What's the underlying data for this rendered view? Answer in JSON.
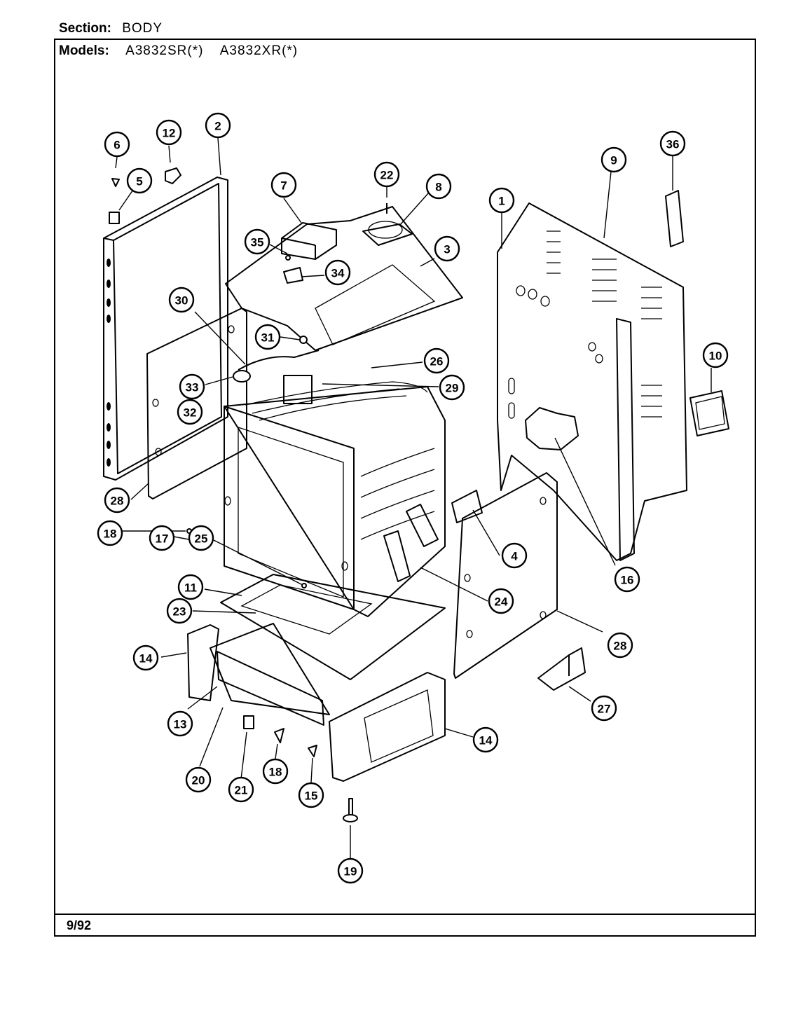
{
  "header": {
    "section_label": "Section:",
    "section_value": "BODY",
    "models_label": "Models:",
    "model_1": "A3832SR(*)",
    "model_2": "A3832XR(*)"
  },
  "footer": {
    "date": "9/92"
  },
  "callouts": [
    {
      "id": "c6",
      "label": "6"
    },
    {
      "id": "c12",
      "label": "12"
    },
    {
      "id": "c2",
      "label": "2"
    },
    {
      "id": "c5",
      "label": "5"
    },
    {
      "id": "c7",
      "label": "7"
    },
    {
      "id": "c22",
      "label": "22"
    },
    {
      "id": "c8",
      "label": "8"
    },
    {
      "id": "c1",
      "label": "1"
    },
    {
      "id": "c9",
      "label": "9"
    },
    {
      "id": "c36",
      "label": "36"
    },
    {
      "id": "c35",
      "label": "35"
    },
    {
      "id": "c34",
      "label": "34"
    },
    {
      "id": "c3",
      "label": "3"
    },
    {
      "id": "c30",
      "label": "30"
    },
    {
      "id": "c31",
      "label": "31"
    },
    {
      "id": "c26",
      "label": "26"
    },
    {
      "id": "c10",
      "label": "10"
    },
    {
      "id": "c33",
      "label": "33"
    },
    {
      "id": "c29",
      "label": "29"
    },
    {
      "id": "c32",
      "label": "32"
    },
    {
      "id": "c28a",
      "label": "28"
    },
    {
      "id": "c18a",
      "label": "18"
    },
    {
      "id": "c17",
      "label": "17"
    },
    {
      "id": "c4",
      "label": "4"
    },
    {
      "id": "c16",
      "label": "16"
    },
    {
      "id": "c25",
      "label": "25"
    },
    {
      "id": "c11",
      "label": "11"
    },
    {
      "id": "c24",
      "label": "24"
    },
    {
      "id": "c23",
      "label": "23"
    },
    {
      "id": "c28b",
      "label": "28"
    },
    {
      "id": "c14a",
      "label": "14"
    },
    {
      "id": "c27",
      "label": "27"
    },
    {
      "id": "c13",
      "label": "13"
    },
    {
      "id": "c14b",
      "label": "14"
    },
    {
      "id": "c20",
      "label": "20"
    },
    {
      "id": "c21",
      "label": "21"
    },
    {
      "id": "c18b",
      "label": "18"
    },
    {
      "id": "c15",
      "label": "15"
    },
    {
      "id": "c19",
      "label": "19"
    }
  ]
}
